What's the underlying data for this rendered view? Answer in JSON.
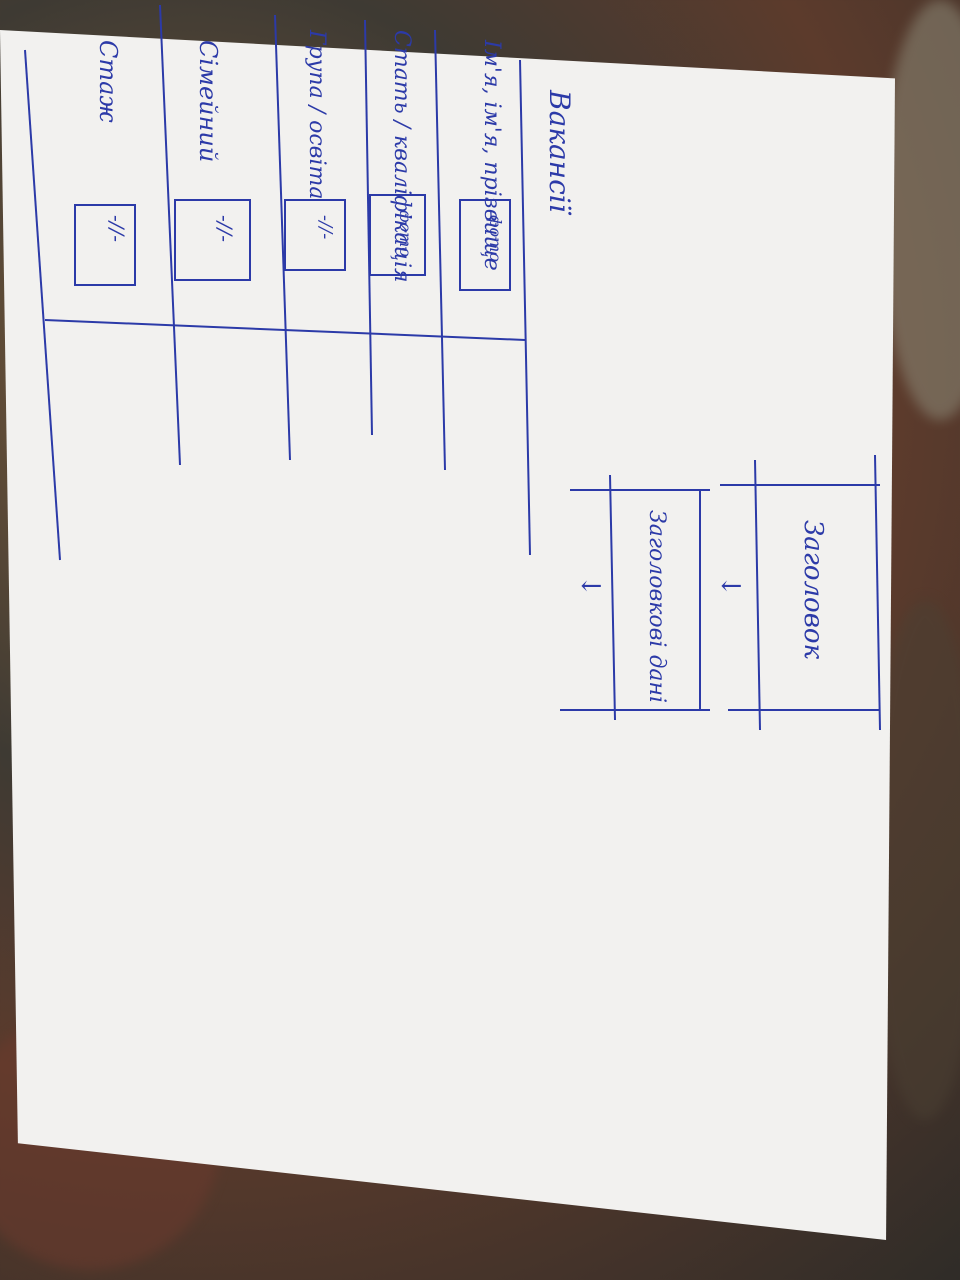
{
  "sketch": {
    "title_left": "Вакансії",
    "rows": [
      {
        "label": "Ім'я, ім'я, прізвище",
        "badge": "фото"
      },
      {
        "label": "Стать / кваліфікація",
        "badge": "фото"
      },
      {
        "label": "Група / освіта",
        "badge": "-//-"
      },
      {
        "label": "Сімейний",
        "badge": "-//-"
      },
      {
        "label": "Стаж",
        "badge": "-//-"
      }
    ],
    "right_box_title": "Заголовок",
    "right_box_subtitle": "Заголовкові дані",
    "arrow_symbol": "↓"
  },
  "colors": {
    "ink": "#2c3aa8",
    "paper": "#f2f1ef"
  }
}
